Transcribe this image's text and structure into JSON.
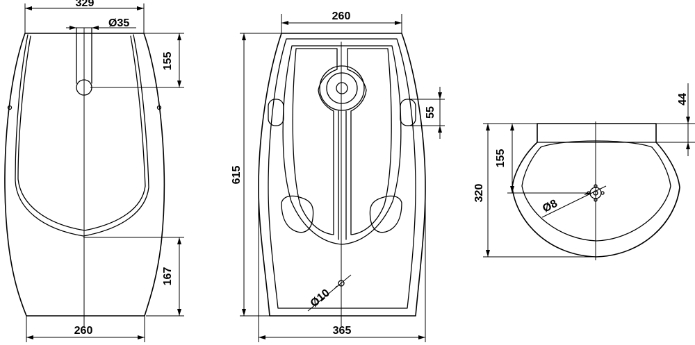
{
  "drawing": {
    "side_view": {
      "top_width_label": "329",
      "inlet_diameter_label": "Ø35",
      "inlet_height_label": "155",
      "bottom_height_label": "167",
      "base_width_label": "260"
    },
    "front_view": {
      "top_width_label": "260",
      "height_label": "615",
      "side_dim_label": "55",
      "drain_diameter_label": "Ø10",
      "base_width_label": "365"
    },
    "top_view": {
      "rim_label": "44",
      "inner_depth_label": "155",
      "depth_label": "320",
      "hole_diameter_label": "Ø8"
    }
  }
}
